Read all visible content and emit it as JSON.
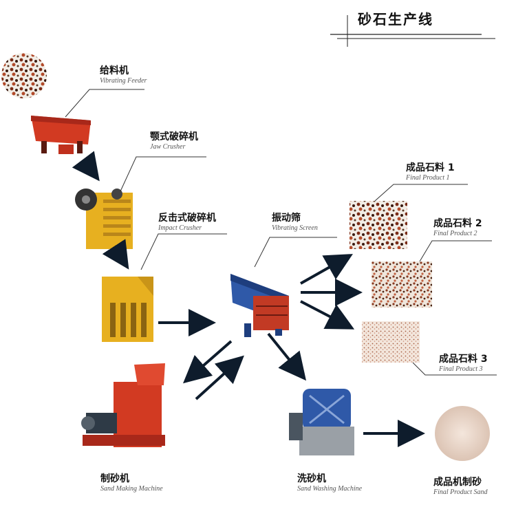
{
  "title": "砂石生产线",
  "feeder": {
    "cn": "给料机",
    "en": "Vibrating Feeder"
  },
  "jaw": {
    "cn": "颚式破碎机",
    "en": "Jaw  Crusher"
  },
  "impact": {
    "cn": "反击式破碎机",
    "en": "Impact Crusher"
  },
  "screen": {
    "cn": "振动筛",
    "en": "Vibrating Screen"
  },
  "product1": {
    "cn": "成品石料 1",
    "en": "Final Product 1"
  },
  "product2": {
    "cn": "成品石料 2",
    "en": "Final Product 2"
  },
  "product3": {
    "cn": "成品石料 3",
    "en": "Final Product 3"
  },
  "sandmaker": {
    "cn": "制砂机",
    "en": "Sand Making  Machine"
  },
  "washer": {
    "cn": "洗砂机",
    "en": "Sand Washing Machine"
  },
  "sand": {
    "cn": "成品机制砂",
    "en": "Final Product Sand"
  },
  "colors": {
    "machine_red": "#d23a22",
    "machine_yellow": "#e7b020",
    "screen_blue": "#2f59a8",
    "arrow": "#0e1c2c"
  }
}
